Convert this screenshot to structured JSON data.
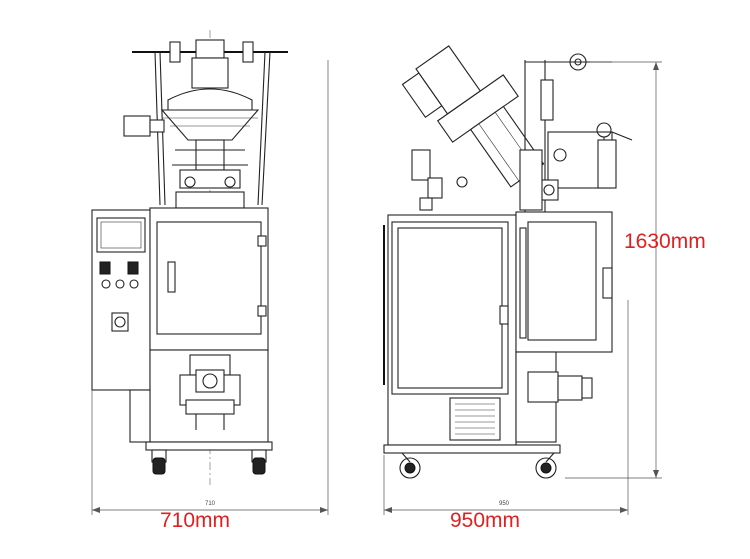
{
  "dimensions": {
    "width_front": {
      "value": "710mm",
      "small": "710"
    },
    "width_side": {
      "value": "950mm",
      "small": "950"
    },
    "height": {
      "value": "1630mm"
    }
  },
  "colors": {
    "dimension_text": "#e02020",
    "line": "#222222",
    "background": "#ffffff"
  }
}
